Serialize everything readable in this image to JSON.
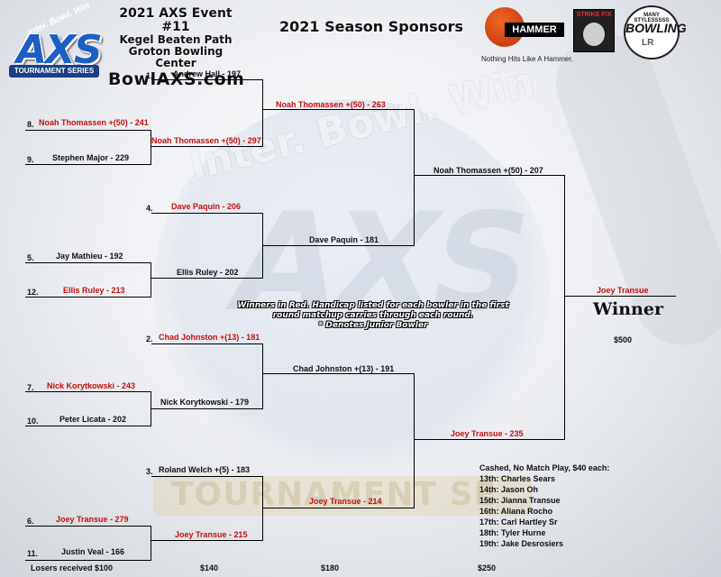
{
  "header": {
    "logo_top": "Inter. Bowl. Win",
    "logo_main": "AXS",
    "logo_banner": "TOURNAMENT SERIES",
    "event_line1": "2021 AXS Event #11",
    "event_line2": "Kegel Beaten Path",
    "event_line3": "Groton Bowling Center",
    "event_url": "BowlAXS.com",
    "sponsors_title": "2021 Season Sponsors",
    "hammer_brand": "HAMMER",
    "hammer_tagline": "Nothing Hits Like A Hammer.",
    "strike_brand": "STRIKE F/X",
    "many_line1": "MANY STYLESSSSS",
    "many_line2": "BOWLING",
    "many_line3": "LR"
  },
  "watermark": {
    "arc": "Inter. Bowl. Win",
    "main": "AXS",
    "banner": "TOURNAMENT SE"
  },
  "bracket": {
    "round1": [
      {
        "seed": "1.",
        "name": "Andrew Hall - 197",
        "winner": false
      },
      {
        "seed": "8.",
        "name": "Noah Thomassen +(50) - 241",
        "winner": true
      },
      {
        "seed": "9.",
        "name": "Stephen Major - 229",
        "winner": false
      },
      {
        "seed": "4.",
        "name": "Dave Paquin - 206",
        "winner": true
      },
      {
        "seed": "5.",
        "name": "Jay Mathieu - 192",
        "winner": false
      },
      {
        "seed": "12.",
        "name": "Ellis Ruley - 213",
        "winner": true
      },
      {
        "seed": "2.",
        "name": "Chad Johnston +(13) - 181",
        "winner": true
      },
      {
        "seed": "7.",
        "name": "Nick Korytkowski - 243",
        "winner": true
      },
      {
        "seed": "10.",
        "name": "Peter Licata - 202",
        "winner": false
      },
      {
        "seed": "3.",
        "name": "Roland Welch +(5) - 183",
        "winner": false
      },
      {
        "seed": "6.",
        "name": "Joey Transue - 279",
        "winner": true
      },
      {
        "seed": "11.",
        "name": "Justin Veal - 166",
        "winner": false
      }
    ],
    "round2": [
      {
        "name": "Noah Thomassen +(50) - 297",
        "winner": true
      },
      {
        "name": "Ellis Ruley - 202",
        "winner": false
      },
      {
        "name": "Nick Korytkowski - 179",
        "winner": false
      },
      {
        "name": "Joey Transue - 215",
        "winner": true
      }
    ],
    "round3": [
      {
        "name": "Noah Thomassen +(50) - 263",
        "winner": true
      },
      {
        "name": "Dave Paquin - 181",
        "winner": false
      },
      {
        "name": "Chad Johnston +(13) - 191",
        "winner": false
      },
      {
        "name": "Joey Transue - 214",
        "winner": true
      }
    ],
    "round4": [
      {
        "name": "Noah Thomassen +(50) - 207",
        "winner": false
      },
      {
        "name": "Joey Transue - 235",
        "winner": true
      }
    ],
    "champion": "Joey Transue",
    "winner_label": "Winner",
    "winner_prize": "$500"
  },
  "notes": {
    "line1": "Winners in Red.  Handicap listed for each bowler in the first",
    "line2": "round matchup carries through each round.",
    "line3": "* Denotes Junior Bowler"
  },
  "cashed": {
    "title": "Cashed, No Match Play, $40 each:",
    "list": [
      "13th: Charles Sears",
      "14th: Jason Oh",
      "15th: Jianna Transue",
      "16th: Aliana Rocho",
      "17th:  Carl Hartley Sr",
      "18th: Tyler Hurne",
      "19th: Jake Desrosiers"
    ]
  },
  "payouts": {
    "losers": "Losers received $100",
    "r2": "$140",
    "r3": "$180",
    "r4": "$250"
  },
  "colors": {
    "winner_red": "#c41010",
    "axs_blue": "#1b5fc2"
  }
}
